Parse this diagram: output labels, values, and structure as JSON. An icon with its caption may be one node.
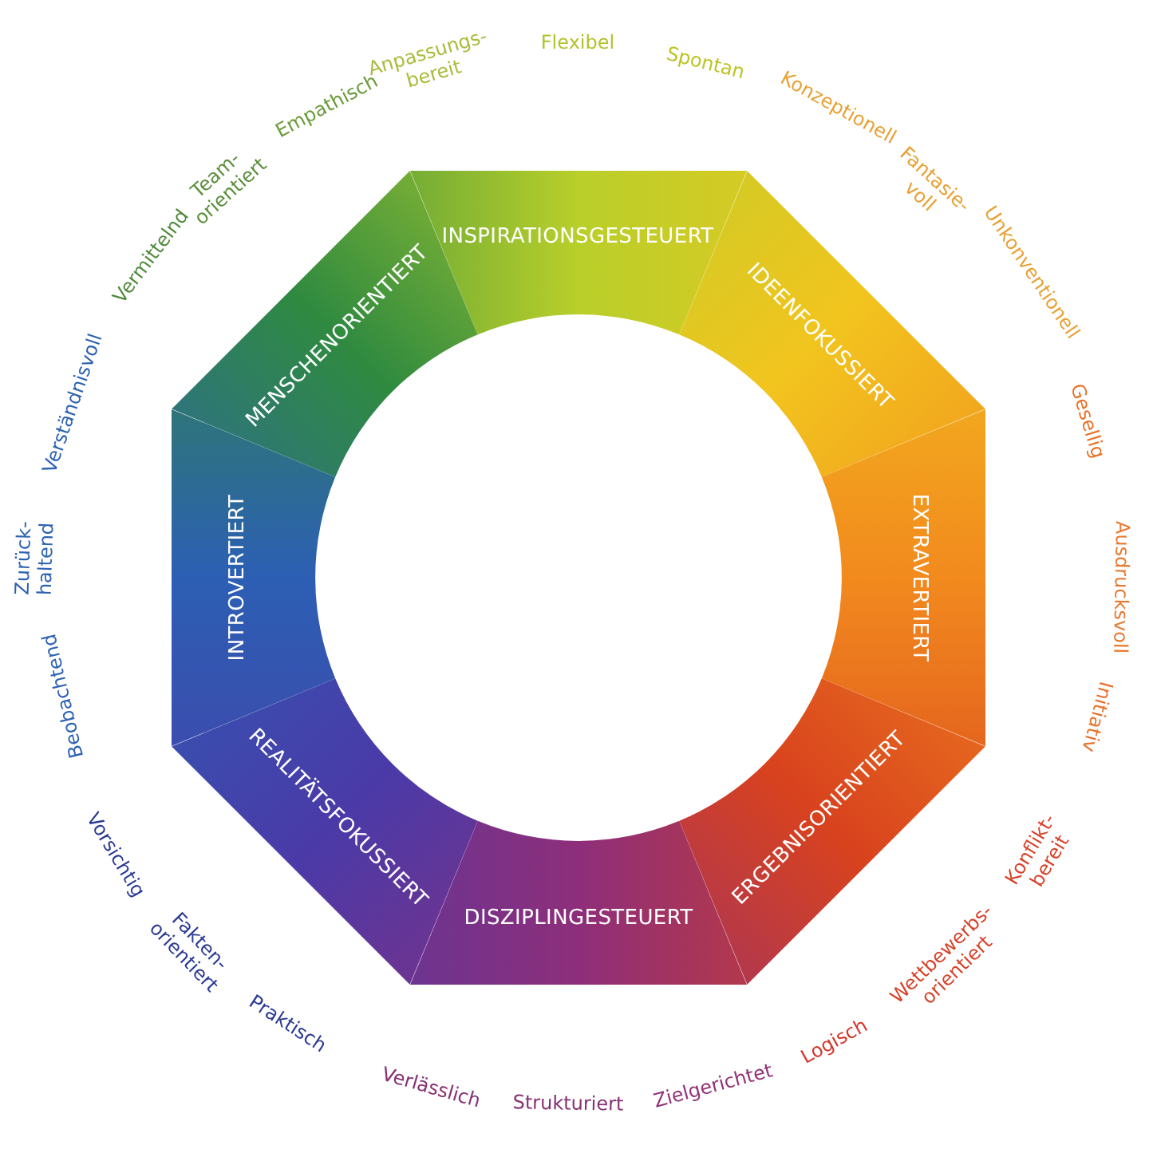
{
  "diagram": {
    "nodes": [
      {
        "text": [
          "INSPIRATIONSGESTEUERT"
        ]
      },
      {
        "text": [
          "IDEENFOKUSSIERT"
        ]
      },
      {
        "text": [
          "EXTRAVERTIERT"
        ]
      },
      {
        "text": [
          "ERGEBNISORIENTIERT"
        ]
      },
      {
        "text": [
          "DISZIPLINGESTEUERT"
        ]
      },
      {
        "text": [
          "REALITÄTSFOKUSSIERT"
        ]
      },
      {
        "text": [
          "INTROVERTIERT"
        ]
      },
      {
        "text": [
          "MENSCHENORIENTIERT"
        ]
      }
    ],
    "labels": [
      "Anpassungs- bereit",
      "Flexibel",
      "Spontan",
      "Konzeptionell",
      "Fantasie- voll",
      "Unkonventionell",
      "Gesellig",
      "Ausdrucksvoll",
      "Initiativ",
      "Konflikt- bereit",
      "Wettbewerbs- orientiert",
      "Logisch",
      "Zielgerichtet",
      "Strukturiert",
      "Verlässlich",
      "Praktisch",
      "Fakten- orientiert",
      "Vorsichtig",
      "Beobachtend",
      "Zurück- haltend",
      "Verständnisvoll",
      "Vermittelnd",
      "Team- orientiert",
      "Empathisch"
    ]
  }
}
